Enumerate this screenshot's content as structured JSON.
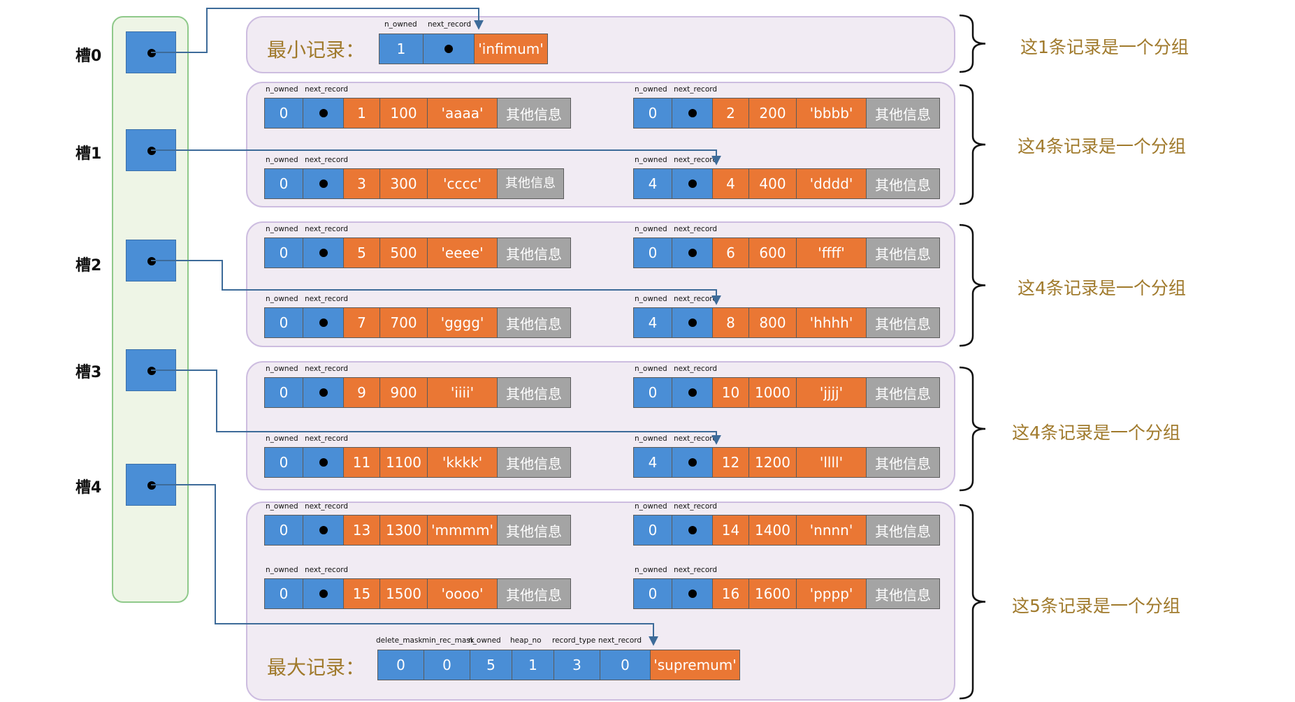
{
  "slots": [
    {
      "label": "槽0"
    },
    {
      "label": "槽1"
    },
    {
      "label": "槽2"
    },
    {
      "label": "槽3"
    },
    {
      "label": "槽4"
    }
  ],
  "field_labels": {
    "n_owned": "n_owned",
    "next_record": "next_record",
    "delete_mask": "delete_mask",
    "min_rec_mask": "min_rec_mask",
    "heap_no": "heap_no",
    "record_type": "record_type"
  },
  "infimum": {
    "label": "最小记录：",
    "n_owned": "1",
    "name": "'infimum'"
  },
  "supremum": {
    "label": "最大记录：",
    "delete_mask": "0",
    "min_rec_mask": "0",
    "n_owned": "5",
    "heap_no": "1",
    "record_type": "3",
    "next_record": "0",
    "name": "'supremum'"
  },
  "records": [
    {
      "n_owned": "0",
      "id": "1",
      "value": "100",
      "name": "'aaaa'",
      "other": "其他信息"
    },
    {
      "n_owned": "0",
      "id": "2",
      "value": "200",
      "name": "'bbbb'",
      "other": "其他信息"
    },
    {
      "n_owned": "0",
      "id": "3",
      "value": "300",
      "name": "'cccc'",
      "other": "其他信息"
    },
    {
      "n_owned": "4",
      "id": "4",
      "value": "400",
      "name": "'dddd'",
      "other": "其他信息"
    },
    {
      "n_owned": "0",
      "id": "5",
      "value": "500",
      "name": "'eeee'",
      "other": "其他信息"
    },
    {
      "n_owned": "0",
      "id": "6",
      "value": "600",
      "name": "'ffff'",
      "other": "其他信息"
    },
    {
      "n_owned": "0",
      "id": "7",
      "value": "700",
      "name": "'gggg'",
      "other": "其他信息"
    },
    {
      "n_owned": "4",
      "id": "8",
      "value": "800",
      "name": "'hhhh'",
      "other": "其他信息"
    },
    {
      "n_owned": "0",
      "id": "9",
      "value": "900",
      "name": "'iiii'",
      "other": "其他信息"
    },
    {
      "n_owned": "0",
      "id": "10",
      "value": "1000",
      "name": "'jjjj'",
      "other": "其他信息"
    },
    {
      "n_owned": "0",
      "id": "11",
      "value": "1100",
      "name": "'kkkk'",
      "other": "其他信息"
    },
    {
      "n_owned": "4",
      "id": "12",
      "value": "1200",
      "name": "'llll'",
      "other": "其他信息"
    },
    {
      "n_owned": "0",
      "id": "13",
      "value": "1300",
      "name": "'mmmm'",
      "other": "其他信息"
    },
    {
      "n_owned": "0",
      "id": "14",
      "value": "1400",
      "name": "'nnnn'",
      "other": "其他信息"
    },
    {
      "n_owned": "0",
      "id": "15",
      "value": "1500",
      "name": "'oooo'",
      "other": "其他信息"
    },
    {
      "n_owned": "0",
      "id": "16",
      "value": "1600",
      "name": "'pppp'",
      "other": "其他信息"
    }
  ],
  "groups": [
    {
      "caption": "这1条记录是一个分组"
    },
    {
      "caption": "这4条记录是一个分组"
    },
    {
      "caption": "这4条记录是一个分组"
    },
    {
      "caption": "这4条记录是一个分组"
    },
    {
      "caption": "这5条记录是一个分组"
    }
  ],
  "colors": {
    "slot_blue": "#4a8ed6",
    "field_orange": "#ea7734",
    "other_gray": "#a4a4a4",
    "panel_fill": "#f1ebf3",
    "slot_column_border": "#8fc98a",
    "arrow": "#3d6b99",
    "caption_gold": "#a07a2c"
  }
}
